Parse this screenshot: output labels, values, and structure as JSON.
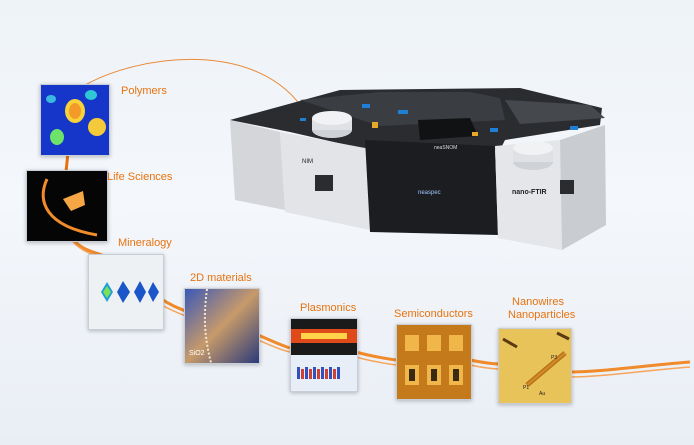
{
  "instrument": {
    "brand_left": "NIM",
    "brand_center": "neaSNOM",
    "brand_right": "nano-FTIR",
    "logo": "neaspec"
  },
  "applications": [
    {
      "label": "Polymers",
      "thumbnail": "polymers-afm-map"
    },
    {
      "label": "Life Sciences",
      "thumbnail": "life-sciences-image"
    },
    {
      "label": "Mineralogy",
      "thumbnail": "mineralogy-image"
    },
    {
      "label": "2D materials",
      "thumbnail": "2d-materials-image",
      "annotation": "SiO2"
    },
    {
      "label": "Plasmonics",
      "thumbnail": "plasmonics-image"
    },
    {
      "label": "Semiconductors",
      "thumbnail": "semiconductors-image"
    },
    {
      "label": "Nanowires",
      "label2": "Nanoparticles",
      "thumbnail": "nanowires-image",
      "annotations": [
        "P3",
        "P1",
        "Au"
      ]
    }
  ],
  "colors": {
    "accent": "#e8730f",
    "background": "#eef3f8"
  }
}
